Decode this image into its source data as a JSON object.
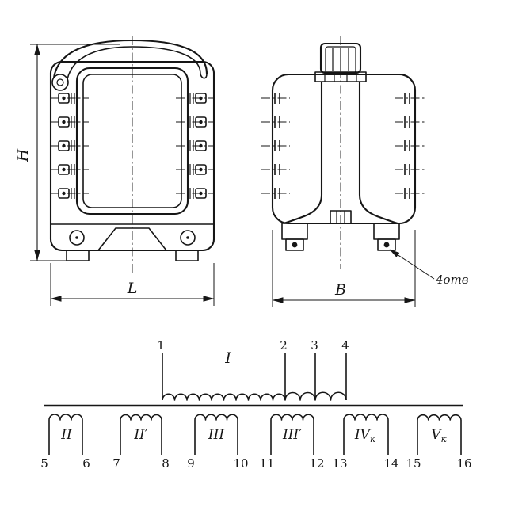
{
  "drawing": {
    "front_view": {
      "dim_height": "H",
      "dim_length": "L"
    },
    "side_view": {
      "dim_width": "B",
      "holes_note": "4отв"
    },
    "schematic": {
      "primary": {
        "label": "I",
        "terminals": [
          "1",
          "2",
          "3",
          "4"
        ]
      },
      "secondaries": [
        {
          "label": "II",
          "sub": "",
          "terminals": [
            "5",
            "6"
          ]
        },
        {
          "label": "II′",
          "sub": "",
          "terminals": [
            "7",
            "8"
          ]
        },
        {
          "label": "III",
          "sub": "",
          "terminals": [
            "9",
            "10"
          ]
        },
        {
          "label": "III′",
          "sub": "",
          "terminals": [
            "11",
            "12"
          ]
        },
        {
          "label": "IV",
          "sub": "к",
          "terminals": [
            "13",
            "14"
          ]
        },
        {
          "label": "V",
          "sub": "к",
          "terminals": [
            "15",
            "16"
          ]
        }
      ]
    }
  }
}
